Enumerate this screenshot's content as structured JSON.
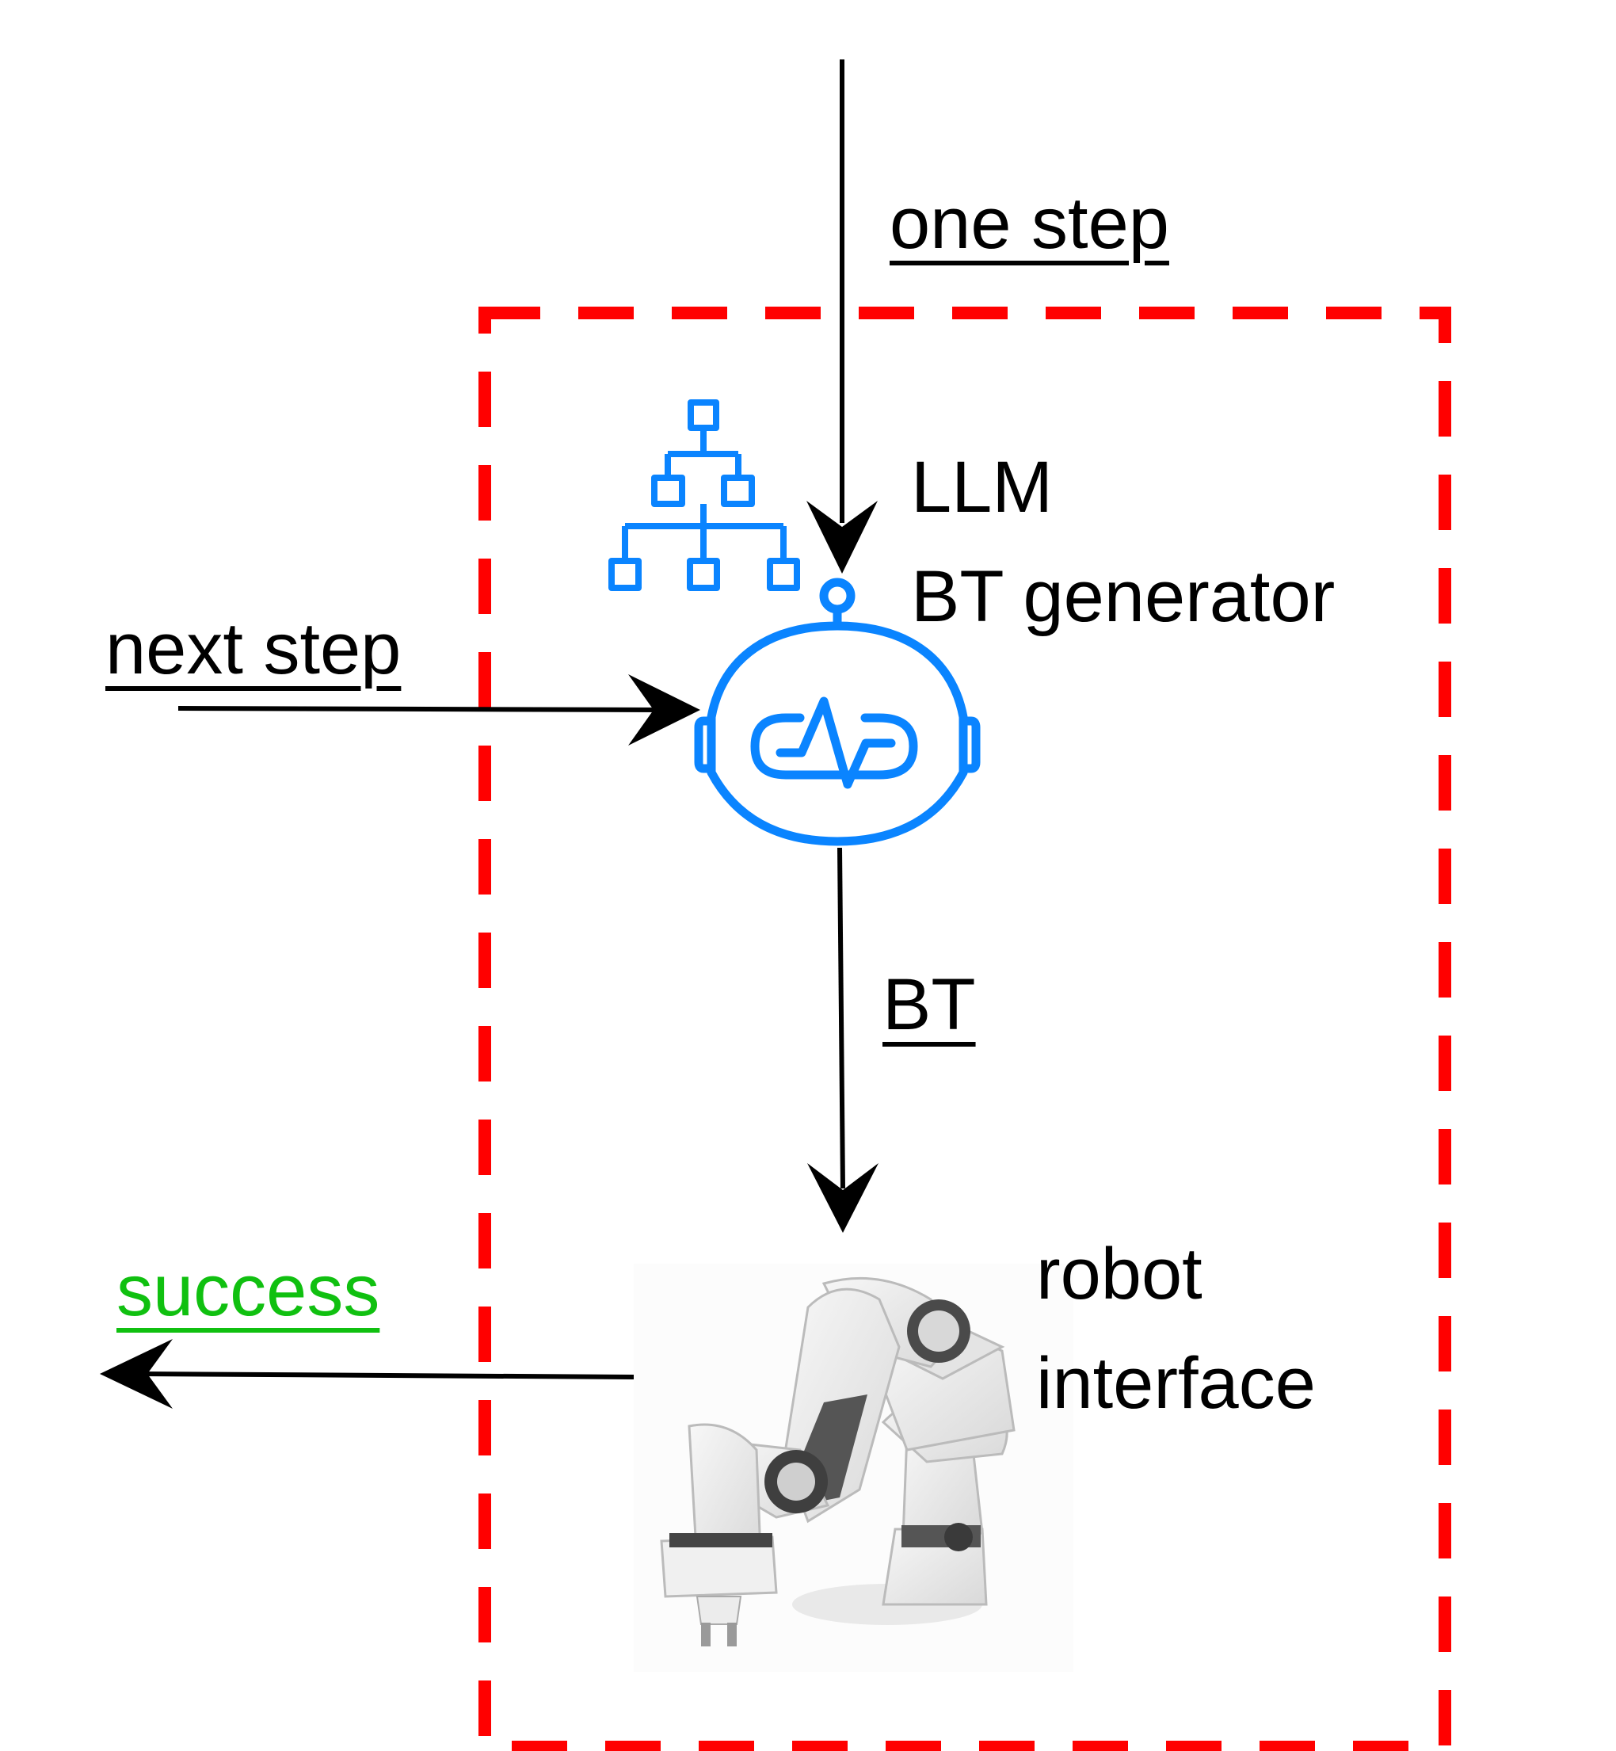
{
  "labels": {
    "one_step": "one step",
    "next_step": "next step",
    "bt": "BT",
    "success": "success",
    "llm_line1": "LLM",
    "llm_line2": "BT generator",
    "robot_line1": "robot",
    "robot_line2": "interface"
  },
  "icons": {
    "tree": "hierarchy-tree-icon",
    "robot_head": "robot-head-icon",
    "robot_arm": "robot-arm-image"
  },
  "colors": {
    "boundary": "#ff0000",
    "icon": "#0a84ff",
    "success": "#10c010",
    "text": "#000000"
  }
}
